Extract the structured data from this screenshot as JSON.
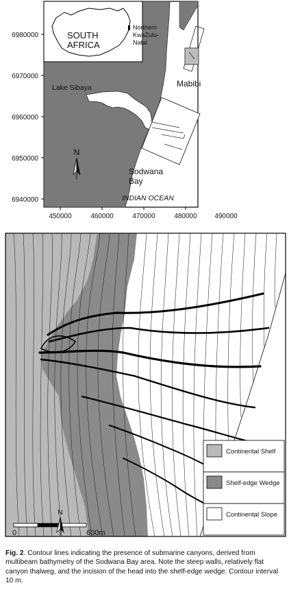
{
  "top_map": {
    "y_ticks": [
      "6980000",
      "6970000",
      "6960000",
      "6950000",
      "6940000"
    ],
    "x_ticks": [
      "450000",
      "460000",
      "470000",
      "480000",
      "490000"
    ],
    "labels": {
      "lake": "Lake Sibaya",
      "site1": "Mabibi",
      "site2_line1": "Sodwana",
      "site2_line2": "Bay",
      "ocean": "INDIAN OCEAN",
      "north": "N"
    },
    "inset": {
      "country_line1": "SOUTH",
      "country_line2": "AFRICA",
      "region_line1": "Northern",
      "region_line2": "KwaZulu-",
      "region_line3": "Natal"
    },
    "colors": {
      "land": "#7a7a7a",
      "water": "#ffffff",
      "frame": "#000000"
    }
  },
  "bottom_map": {
    "legend": [
      {
        "label": "Continental Shelf",
        "color": "#b9b9b9"
      },
      {
        "label": "Shelf-edge Wedge",
        "color": "#8a8a8a"
      },
      {
        "label": "Continental Slope",
        "color": "#ffffff"
      }
    ],
    "scale": {
      "start": "0",
      "end": "600m"
    },
    "north": "N"
  },
  "caption": {
    "label": "Fig. 2",
    "text": ". Contour lines indicating the presence of submarine canyons, derived from multibeam bathymetry of the Sodwana Bay area. Note the steep walls, relatively flat canyon thalweg, and the incision of the head into the shelf-edge wedge. Contour interval 10 m."
  }
}
